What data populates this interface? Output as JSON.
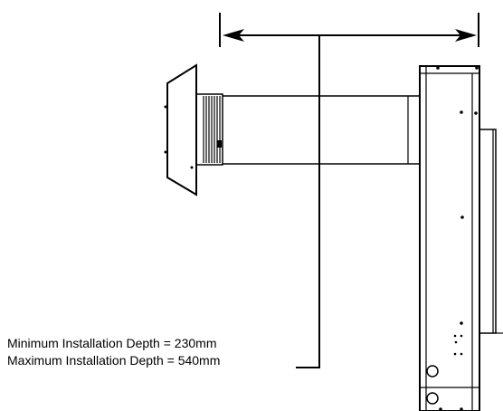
{
  "annotation": {
    "min_depth_text": "Minimum Installation Depth = 230mm",
    "max_depth_text": "Maximum Installation Depth = 540mm"
  },
  "parts": {
    "terminal_cap_icon": "flue-terminal-cap",
    "flue_pipe_icon": "flue-pipe",
    "appliance_icon": "appliance-housing",
    "dimension_icon": "double-headed-dimension-arrow"
  },
  "colors": {
    "line": "#000000",
    "background": "#ffffff"
  }
}
